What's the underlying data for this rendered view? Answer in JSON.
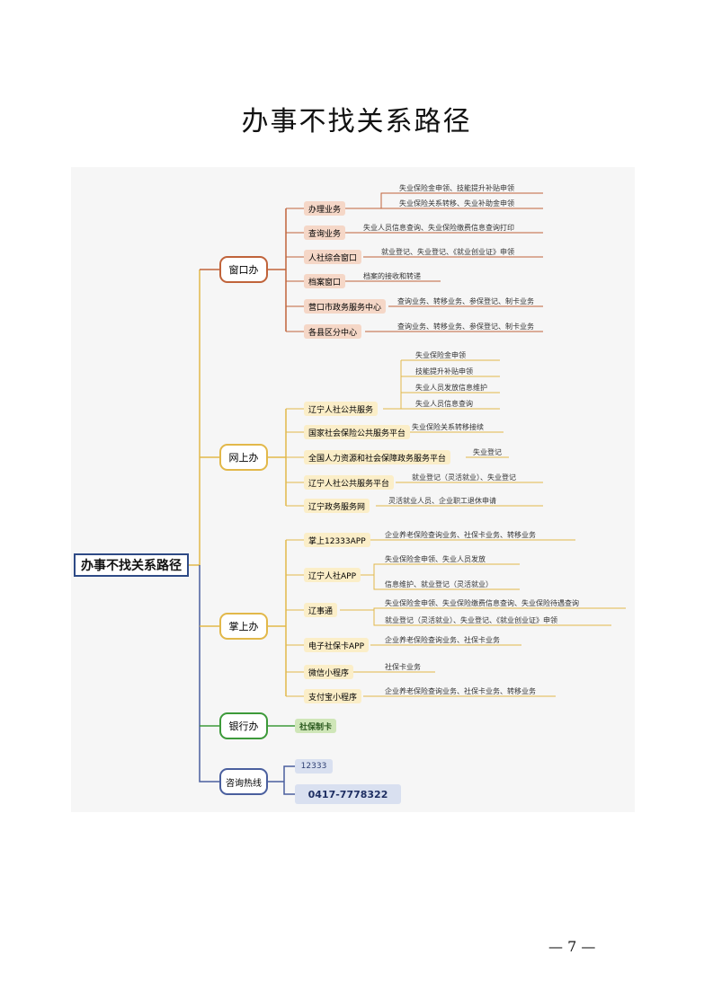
{
  "title": "办事不找关系路径",
  "root": "办事不找关系路径",
  "categories": {
    "window": "窗口办",
    "online": "网上办",
    "mobile": "掌上办",
    "bank": "银行办",
    "hotline": "咨询热线"
  },
  "window_items": [
    {
      "label": "办理业务",
      "leaves": [
        "失业保险金申领、技能提升补贴申领",
        "失业保险关系转移、失业补助金申领"
      ]
    },
    {
      "label": "查询业务",
      "leaves": [
        "失业人员信息查询、失业保险缴费信息查询打印"
      ]
    },
    {
      "label": "人社综合窗口",
      "leaves": [
        "就业登记、失业登记、《就业创业证》申领"
      ]
    },
    {
      "label": "档案窗口",
      "leaves": [
        "档案的接收和转递"
      ]
    },
    {
      "label": "营口市政务服务中心",
      "leaves": [
        "查询业务、转移业务、参保登记、制卡业务"
      ]
    },
    {
      "label": "各县区分中心",
      "leaves": [
        "查询业务、转移业务、参保登记、制卡业务"
      ]
    }
  ],
  "online_items": [
    {
      "label": "辽宁人社公共服务",
      "leaves": [
        "失业保险金申领",
        "技能提升补贴申领",
        "失业人员发放信息维护",
        "失业人员信息查询"
      ]
    },
    {
      "label": "国家社会保险公共服务平台",
      "leaves": [
        "失业保险关系转移接续"
      ]
    },
    {
      "label": "全国人力资源和社会保障政务服务平台",
      "leaves": [
        "失业登记"
      ]
    },
    {
      "label": "辽宁人社公共服务平台",
      "leaves": [
        "就业登记（灵活就业）、失业登记"
      ]
    },
    {
      "label": "辽宁政务服务网",
      "leaves": [
        "灵活就业人员、企业职工退休申请"
      ]
    }
  ],
  "mobile_items": [
    {
      "label": "掌上12333APP",
      "leaves": [
        "企业养老保险查询业务、社保卡业务、转移业务"
      ]
    },
    {
      "label": "辽宁人社APP",
      "leaves": [
        "失业保险金申领、失业人员发放",
        "信息维护、就业登记（灵活就业）"
      ]
    },
    {
      "label": "辽事通",
      "leaves": [
        "失业保险金申领、失业保险缴费信息查询、失业保险待遇查询",
        "就业登记（灵活就业）、失业登记、《就业创业证》申领"
      ]
    },
    {
      "label": "电子社保卡APP",
      "leaves": [
        "企业养老保险查询业务、社保卡业务"
      ]
    },
    {
      "label": "微信小程序",
      "leaves": [
        "社保卡业务"
      ]
    },
    {
      "label": "支付宝小程序",
      "leaves": [
        "企业养老保险查询业务、社保卡业务、转移业务"
      ]
    }
  ],
  "bank_items": [
    {
      "label": "社保制卡"
    }
  ],
  "hotline_items": [
    {
      "label": "12333"
    },
    {
      "label": "0417-7778322"
    }
  ],
  "page_number": "— 7 —",
  "colors": {
    "root": "#2e4a86",
    "window": "#c0633a",
    "online": "#e2b84a",
    "mobile": "#e2b84a",
    "bank": "#3d9a3a",
    "hotline": "#4a5f9e"
  }
}
